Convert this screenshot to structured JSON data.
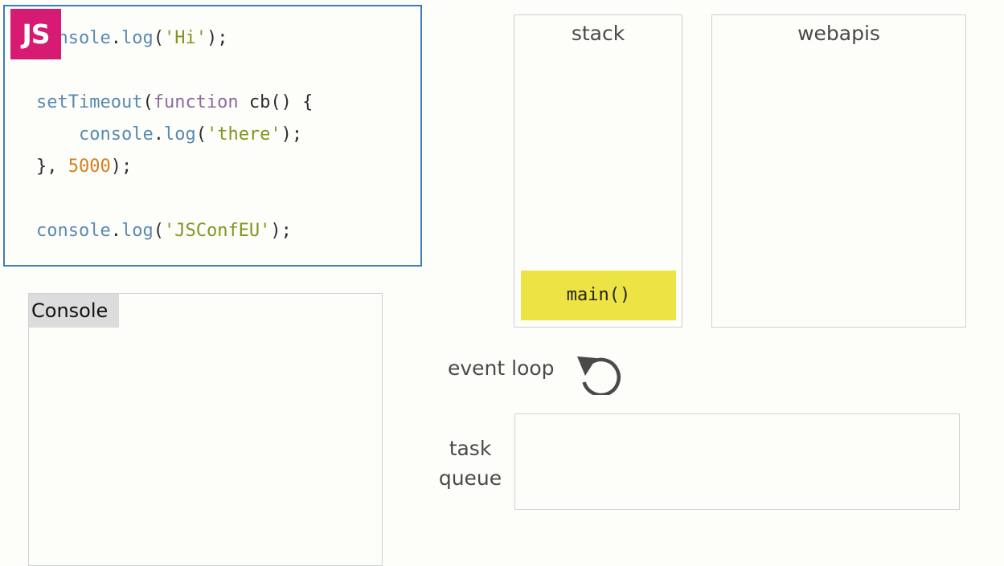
{
  "code": {
    "badge": "JS",
    "lines": [
      [
        {
          "t": "console",
          "c": "obj"
        },
        {
          "t": ".",
          "c": "plain"
        },
        {
          "t": "log",
          "c": "obj"
        },
        {
          "t": "(",
          "c": "plain"
        },
        {
          "t": "'Hi'",
          "c": "str"
        },
        {
          "t": ");",
          "c": "plain"
        }
      ],
      [],
      [
        {
          "t": "setTimeout",
          "c": "obj"
        },
        {
          "t": "(",
          "c": "plain"
        },
        {
          "t": "function",
          "c": "kw"
        },
        {
          "t": " cb() {",
          "c": "plain"
        }
      ],
      [
        {
          "t": "    ",
          "c": "plain"
        },
        {
          "t": "console",
          "c": "obj"
        },
        {
          "t": ".",
          "c": "plain"
        },
        {
          "t": "log",
          "c": "obj"
        },
        {
          "t": "(",
          "c": "plain"
        },
        {
          "t": "'there'",
          "c": "str"
        },
        {
          "t": ");",
          "c": "plain"
        }
      ],
      [
        {
          "t": "}, ",
          "c": "plain"
        },
        {
          "t": "5000",
          "c": "num"
        },
        {
          "t": ");",
          "c": "plain"
        }
      ],
      [],
      [
        {
          "t": "console",
          "c": "obj"
        },
        {
          "t": ".",
          "c": "plain"
        },
        {
          "t": "log",
          "c": "obj"
        },
        {
          "t": "(",
          "c": "plain"
        },
        {
          "t": "'JSConfEU'",
          "c": "str"
        },
        {
          "t": ");",
          "c": "plain"
        }
      ]
    ]
  },
  "console_panel": {
    "title": "Console"
  },
  "stack": {
    "title": "stack",
    "frames": [
      "main()"
    ]
  },
  "webapis": {
    "title": "webapis"
  },
  "event_loop": {
    "label": "event loop",
    "icon": "circular-arrow-icon"
  },
  "task_queue": {
    "label_line1": "task",
    "label_line2": "queue"
  },
  "colors": {
    "badge": "#d81b72",
    "code_border": "#3f7cb8",
    "stack_frame": "#ece344",
    "object_token": "#5a8ab2",
    "keyword_token": "#8e6aa5",
    "string_token": "#80961f",
    "number_token": "#d4801e"
  }
}
